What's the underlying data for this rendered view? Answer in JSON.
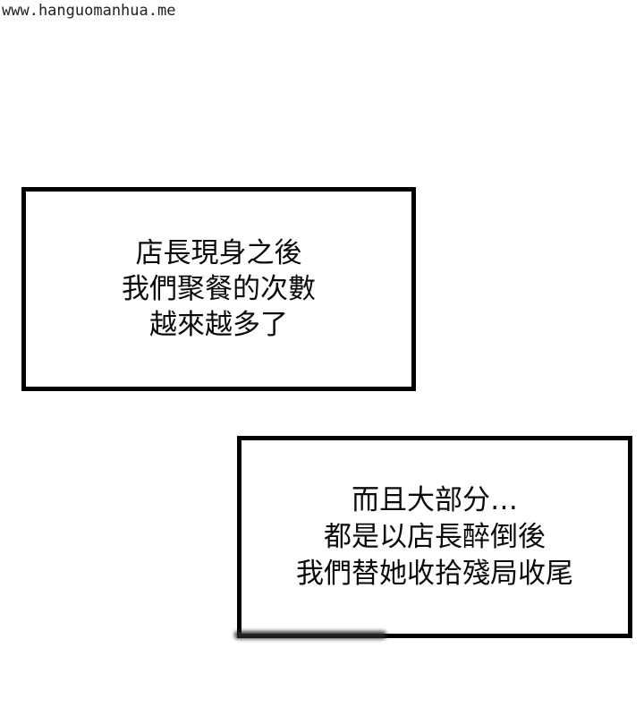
{
  "watermark": {
    "text": "www.hanguomanhua.me"
  },
  "panels": [
    {
      "lines": [
        "店長現身之後",
        "我們聚餐的次數",
        "越來越多了"
      ]
    },
    {
      "lines": [
        "而且大部分…",
        "都是以店長醉倒後",
        "我們替她收拾殘局收尾"
      ]
    }
  ],
  "colors": {
    "background": "#ffffff",
    "border": "#000000",
    "text": "#0a0a0a"
  }
}
